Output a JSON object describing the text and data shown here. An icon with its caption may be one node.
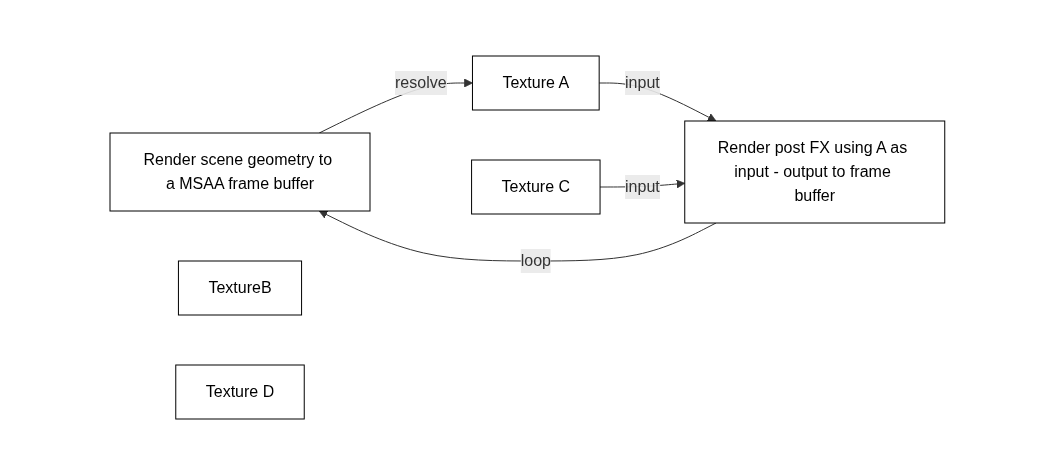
{
  "diagram": {
    "nodes": [
      {
        "text": [
          "Render scene geometry to a MSAA frame buffer"
        ]
      },
      {
        "text": [
          "Texture A"
        ]
      },
      {
        "text": [
          "TextureB"
        ]
      },
      {
        "text": [
          "Texture C"
        ]
      },
      {
        "text": [
          "Texture D"
        ]
      },
      {
        "text": [
          "Render post FX using A as input - output to frame buffer"
        ]
      }
    ],
    "edges": [
      {
        "from": 0,
        "to": 1,
        "label": "resolve",
        "arrow": "to"
      },
      {
        "from": 1,
        "to": 5,
        "label": "input",
        "arrow": "to"
      },
      {
        "from": 3,
        "to": 5,
        "label": "input",
        "arrow": "to"
      },
      {
        "from": 5,
        "to": 0,
        "label": "loop",
        "arrow": "to"
      }
    ]
  }
}
